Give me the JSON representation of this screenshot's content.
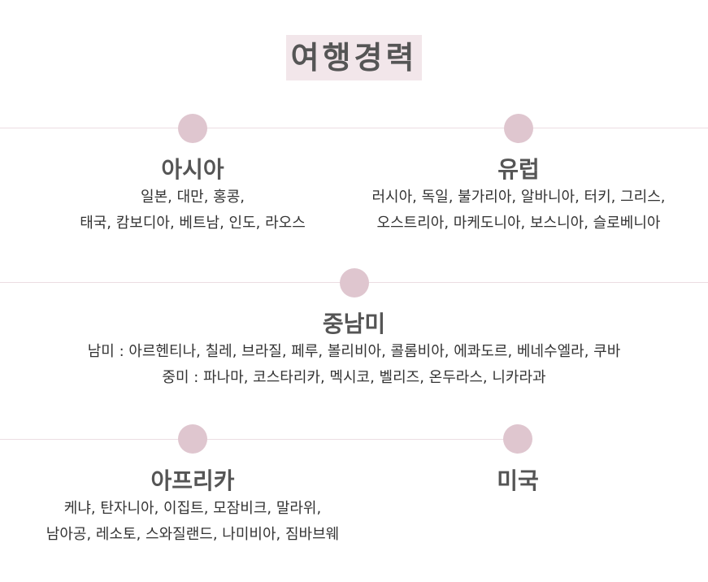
{
  "title": "여행경력",
  "regions": {
    "asia": {
      "heading": "아시아",
      "lines": [
        "일본, 대만, 홍콩,",
        "태국, 캄보디아, 베트남, 인도, 라오스"
      ]
    },
    "europe": {
      "heading": "유럽",
      "lines": [
        "러시아, 독일, 불가리아, 알바니아, 터키, 그리스,",
        "오스트리아, 마케도니아, 보스니아, 슬로베니아"
      ]
    },
    "latin_america": {
      "heading": "중남미",
      "lines": [
        "남미 : 아르헨티나, 칠레, 브라질, 페루, 볼리비아, 콜롬비아, 에콰도르, 베네수엘라, 쿠바",
        "중미 : 파나마, 코스타리카, 멕시코, 벨리즈, 온두라스, 니카라과"
      ]
    },
    "africa": {
      "heading": "아프리카",
      "lines": [
        "케냐, 탄자니아, 이집트, 모잠비크, 말라위,",
        "남아공, 레소토, 스와질랜드, 나미비아, 짐바브웨"
      ]
    },
    "usa": {
      "heading": "미국",
      "lines": []
    }
  },
  "colors": {
    "title_bg": "#f2e6ea",
    "dot": "#dfc6cf",
    "divider": "#ecdde2",
    "heading": "#555555",
    "text": "#333333"
  }
}
